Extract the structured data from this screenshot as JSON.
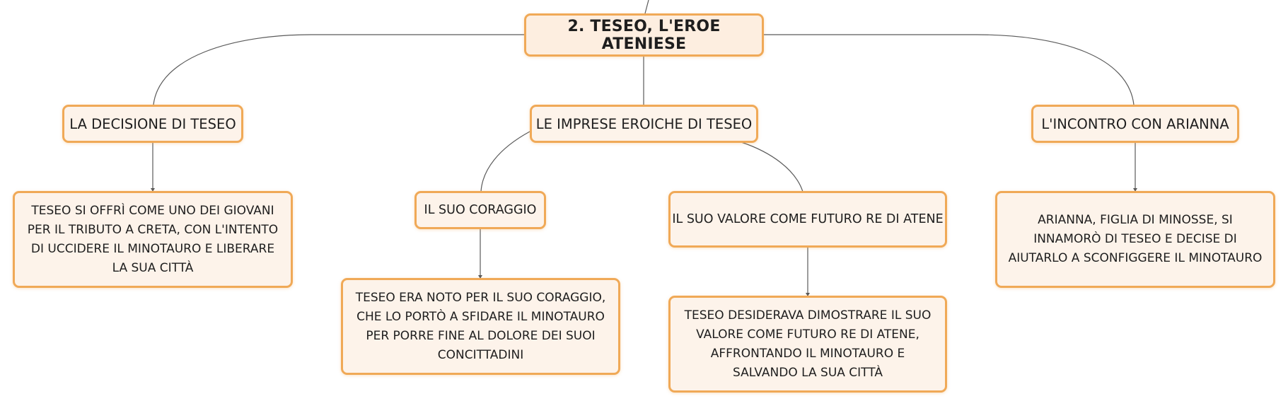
{
  "colors": {
    "node_border": "#f0a957",
    "node_fill": "#fdf3ea",
    "connector": "#5a5a5a"
  },
  "root": {
    "label": "2. TESEO, L'EROE ATENIESE"
  },
  "branches": {
    "decisione": {
      "label": "LA DECISIONE DI TESEO",
      "detail": "TESEO SI OFFRÌ COME UNO DEI GIOVANI PER IL TRIBUTO A CRETA, CON L'INTENTO DI UCCIDERE IL MINOTAURO E LIBERARE LA SUA CITTÀ"
    },
    "imprese": {
      "label": "LE IMPRESE EROICHE DI TESEO",
      "coraggio": {
        "label": "IL SUO CORAGGIO",
        "detail": "TESEO ERA NOTO PER IL SUO CORAGGIO, CHE LO PORTÒ A SFIDARE IL MINOTAURO PER PORRE FINE AL DOLORE DEI SUOI CONCITTADINI"
      },
      "valore": {
        "label": "IL SUO VALORE COME FUTURO RE DI ATENE",
        "detail": "TESEO DESIDERAVA DIMOSTRARE IL SUO VALORE COME FUTURO RE DI ATENE, AFFRONTANDO IL MINOTAURO E SALVANDO LA SUA CITTÀ"
      }
    },
    "arianna": {
      "label": "L'INCONTRO CON ARIANNA",
      "detail": "ARIANNA, FIGLIA DI MINOSSE, SI INNAMORÒ DI TESEO E DECISE DI AIUTARLO A SCONFIGGERE IL MINOTAURO"
    }
  }
}
